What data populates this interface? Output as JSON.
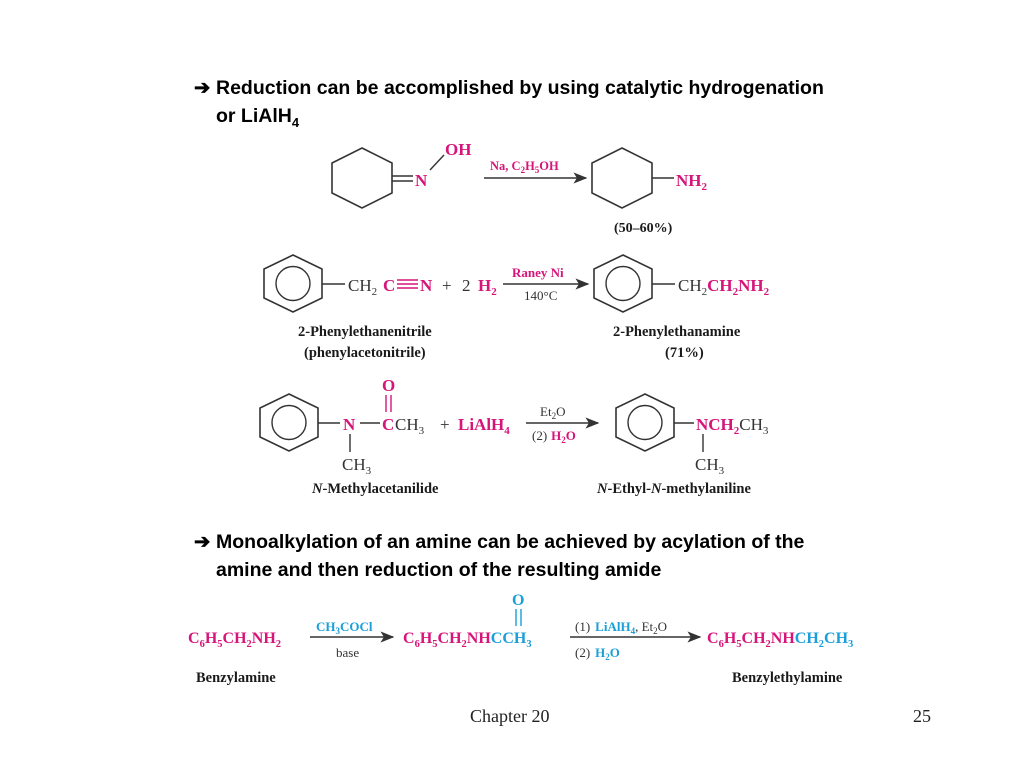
{
  "bullets": {
    "b1_line1": "Reduction can be accomplished by using catalytic hydrogenation",
    "b1_line2_pre": "or LiAlH",
    "b1_line2_sub": "4",
    "b2_line1": "Monoalkylation of an amine can be achieved by acylation of the",
    "b2_line2": "amine and then reduction of the resulting amide"
  },
  "reaction1": {
    "oh": "OH",
    "n": "N",
    "reagent_a": "Na, C",
    "reagent_sub1": "2",
    "reagent_b": "H",
    "reagent_sub2": "5",
    "reagent_c": "OH",
    "product_nh": "NH",
    "product_sub": "2",
    "yield": "(50–60%)"
  },
  "reaction2": {
    "ch2a": "CH",
    "ch2a_sub": "2",
    "c": "C",
    "n": "N",
    "plus": "+",
    "coef": "2",
    "h": "H",
    "h_sub": "2",
    "reagent_top": "Raney Ni",
    "reagent_bottom": "140°C",
    "prod_ch2a": "CH",
    "prod_ch2a_sub": "2",
    "prod_ch2b": "CH",
    "prod_ch2b_sub": "2",
    "prod_nh": "NH",
    "prod_nh_sub": "2",
    "name_reactant_1": "2-Phenylethanenitrile",
    "name_reactant_2": "(phenylacetonitrile)",
    "name_product_1": "2-Phenylethanamine",
    "name_product_2": "(71%)"
  },
  "reaction3": {
    "o": "O",
    "n": "N",
    "c": "C",
    "ch3": "CH",
    "ch3_sub": "3",
    "plus": "+",
    "lialh": "LiAlH",
    "lialh_sub": "4",
    "n_ch3": "CH",
    "n_ch3_sub": "3",
    "reagent_top_a": "Et",
    "reagent_top_sub": "2",
    "reagent_top_b": "O",
    "reagent_bottom_num": "(2)",
    "reagent_bottom_h": "H",
    "reagent_bottom_sub": "2",
    "reagent_bottom_o": "O",
    "prod_n": "NCH",
    "prod_n_sub": "2",
    "prod_ch3": "CH",
    "prod_ch3_sub": "3",
    "prod_nch3": "CH",
    "prod_nch3_sub": "3",
    "name_reactant_italic": "N",
    "name_reactant_rest": "-Methylacetanilide",
    "name_product_i1": "N",
    "name_product_mid": "-Ethyl-",
    "name_product_i2": "N",
    "name_product_rest": "-methylaniline"
  },
  "reaction4": {
    "r_c": "C",
    "r_6": "6",
    "r_h": "H",
    "r_5": "5",
    "r_ch": "CH",
    "r_2": "2",
    "r_nh": "NH",
    "r_2b": "2",
    "reagent_top_a": "CH",
    "reagent_top_3": "3",
    "reagent_top_b": "COCl",
    "reagent_bottom": "base",
    "i_c": "C",
    "i_6": "6",
    "i_h": "H",
    "i_5": "5",
    "i_ch": "CH",
    "i_2": "2",
    "i_nh": "NH",
    "i_cc": "CCH",
    "i_3": "3",
    "i_o": "O",
    "reagent2_num1": "(1)",
    "reagent2_lialh": "LiAlH",
    "reagent2_4": "4",
    "reagent2_et": ", Et",
    "reagent2_2": "2",
    "reagent2_o": "O",
    "reagent2_num2": "(2)",
    "reagent2_h": "H",
    "reagent2_h2": "2",
    "reagent2_ho": "O",
    "p_c": "C",
    "p_6": "6",
    "p_h": "H",
    "p_5": "5",
    "p_ch": "CH",
    "p_2": "2",
    "p_nh": "NH",
    "p_ch2": "CH",
    "p_2b": "2",
    "p_ch3": "CH",
    "p_3": "3",
    "name_reactant": "Benzylamine",
    "name_product": "Benzylethylamine"
  },
  "footer": {
    "chapter": "Chapter 20",
    "page": "25"
  },
  "colors": {
    "magenta": "#d6157a",
    "cyan": "#1a9fd8",
    "text": "#1a1a1a"
  }
}
